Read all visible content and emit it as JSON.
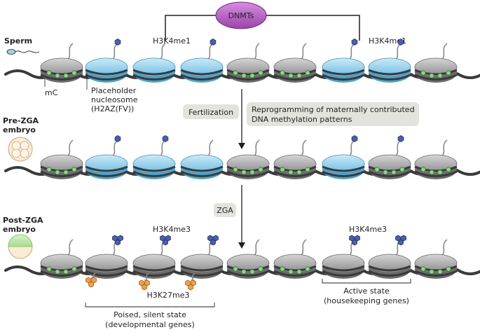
{
  "enzyme": {
    "label": "DNMTs"
  },
  "marks": {
    "h3k4me1": "H3K4me1",
    "h3k4me3": "H3K4me3",
    "h3k27me3": "H3K27me3"
  },
  "stages": {
    "sperm": "Sperm",
    "pre_zga_1": "Pre-ZGA",
    "pre_zga_2": "embryo",
    "post_zga_1": "Post-ZGA",
    "post_zga_2": "embryo"
  },
  "legend": {
    "mc": "mC",
    "placeholder_1": "Placeholder",
    "placeholder_2": "nucleosome",
    "placeholder_3": "(H2AZ(FV))"
  },
  "transitions": {
    "fertilization": "Fertilization",
    "reprogramming_1": "Reprogramming of maternally contributed",
    "reprogramming_2": "DNA methylation patterns",
    "zga": "ZGA"
  },
  "states": {
    "poised_1": "Poised, silent state",
    "poised_2": "(developmental genes)",
    "active_1": "Active state",
    "active_2": "(housekeeping genes)"
  },
  "colors": {
    "grey_nucleosome": "#b3b3b3",
    "placeholder_nucleosome": "#9fd3ec",
    "methyl": "#8fd58c",
    "me1_me3": "#4c5fa8",
    "k27me3": "#f0a04b",
    "dnmt": "#b45fbf"
  }
}
